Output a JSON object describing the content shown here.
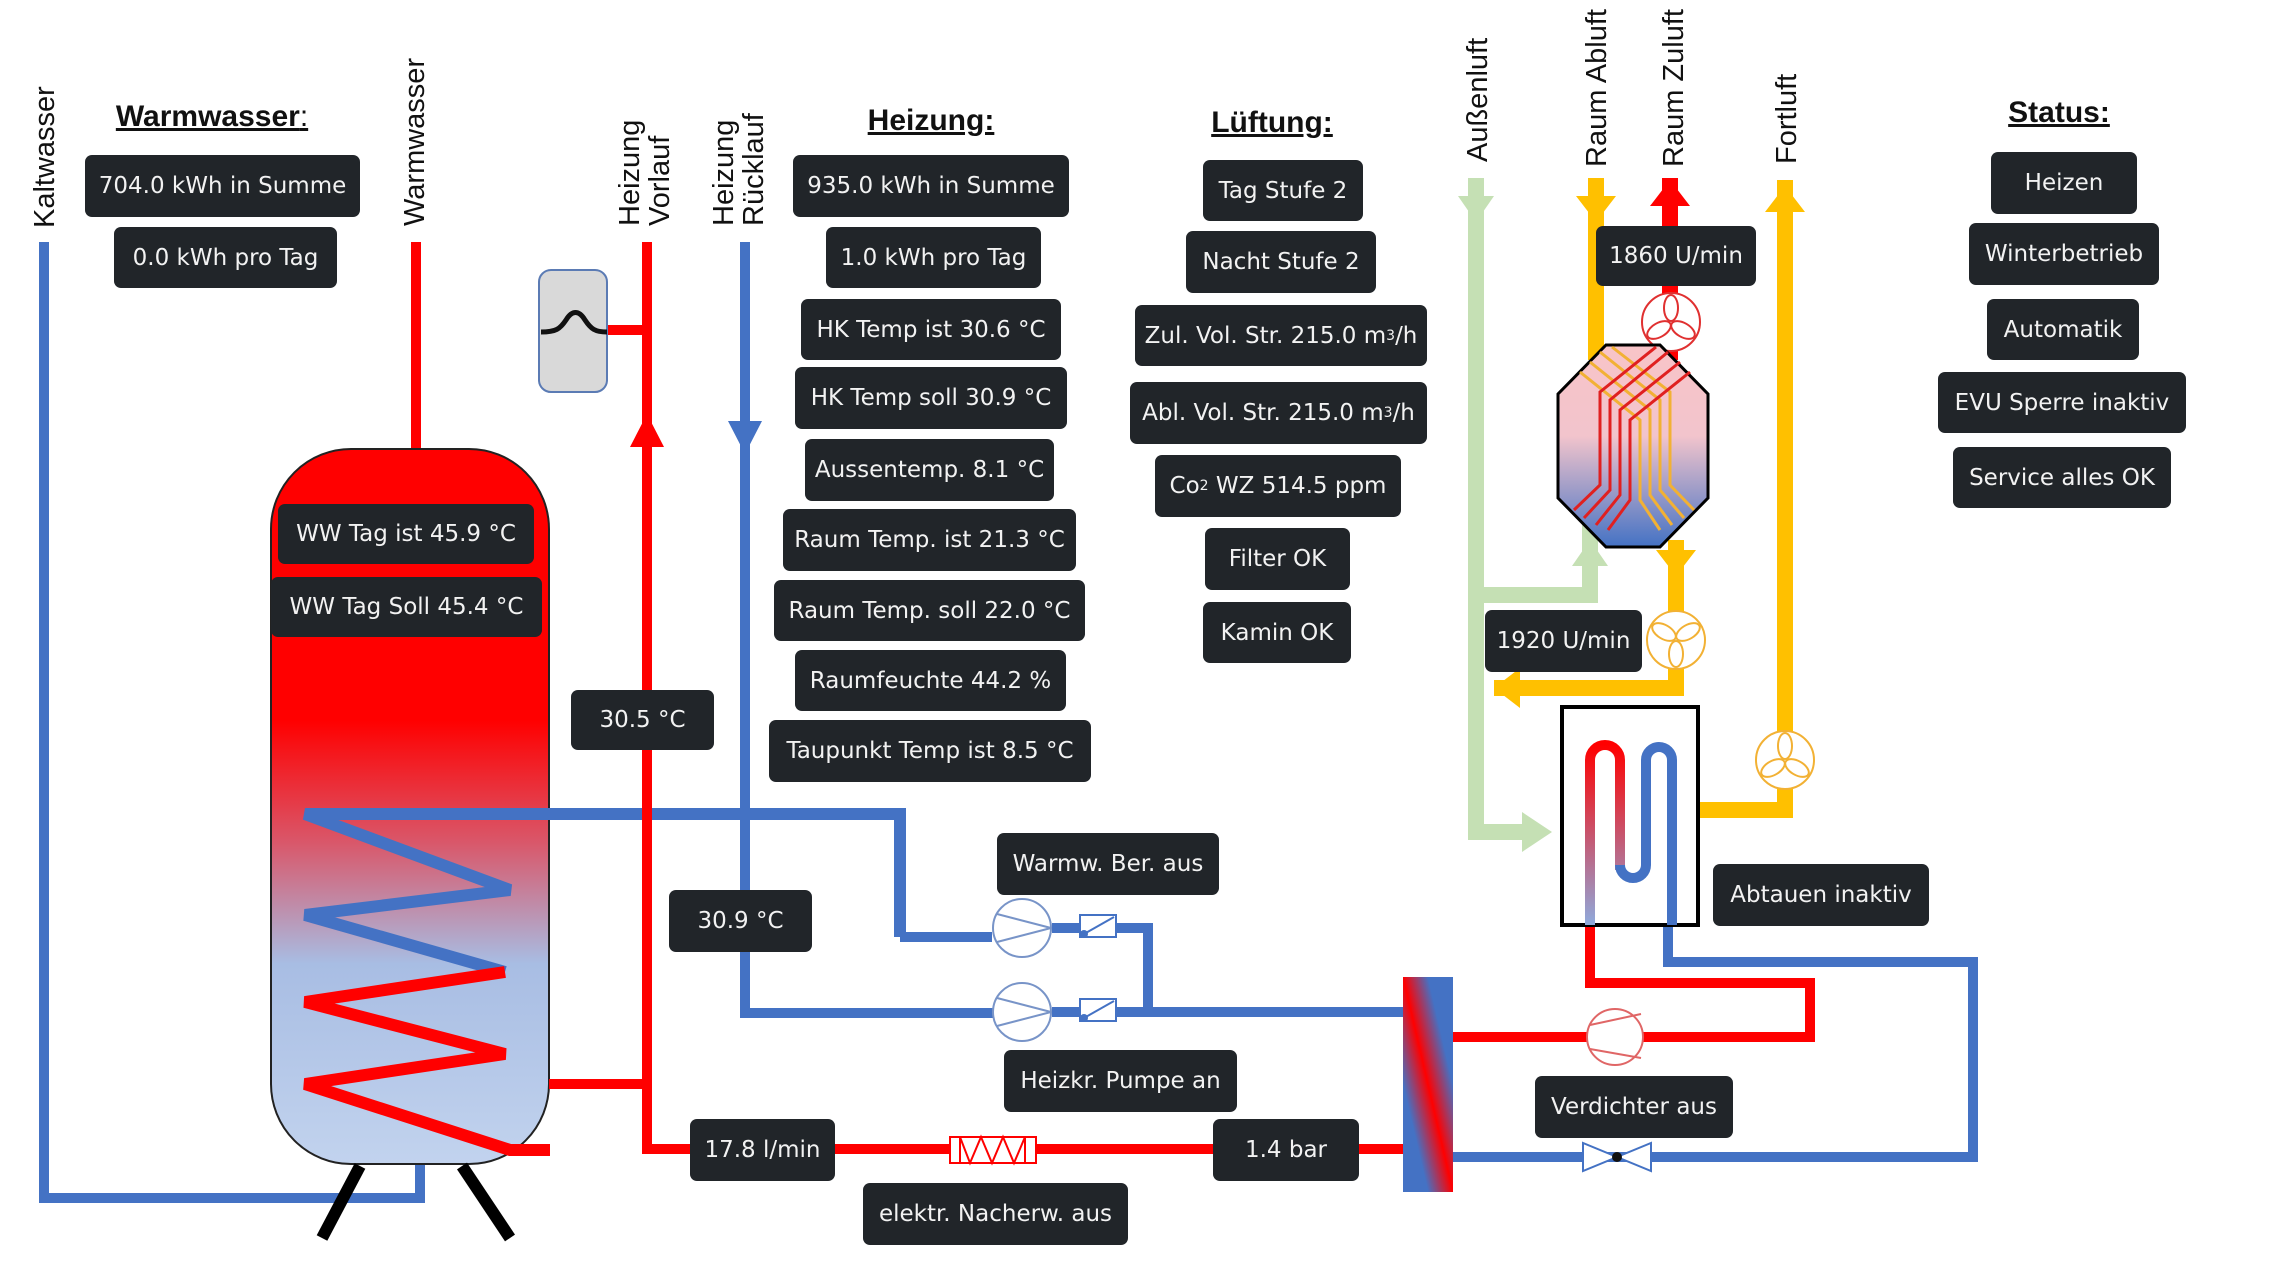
{
  "warmwasser": {
    "title": "Warmwasser",
    "title_suffix": ":",
    "total": "704.0 kWh in Summe",
    "per_day": "0.0 kWh pro Tag",
    "tank_ist": "WW Tag ist 45.9 °C",
    "tank_soll": "WW Tag Soll 45.4 °C"
  },
  "pipe_labels": {
    "kaltwasser": "Kaltwasser",
    "warmwasser": "Warmwasser",
    "vorlauf_line1": "Heizung",
    "vorlauf_line2": "Vorlauf",
    "ruecklauf_line1": "Heizung",
    "ruecklauf_line2": "Rücklauf",
    "aussenluft": "Außenluft",
    "raum_abluft": "Raum Abluft",
    "raum_zuluft": "Raum Zuluft",
    "fortluft": "Fortluft"
  },
  "heizung": {
    "title": "Heizung:",
    "items": [
      "935.0 kWh in Summe",
      "1.0 kWh pro Tag",
      "HK Temp ist 30.6 °C",
      "HK Temp soll 30.9 °C",
      "Aussentemp. 8.1 °C",
      "Raum Temp. ist 21.3 °C",
      "Raum Temp. soll 22.0 °C",
      "Raumfeuchte 44.2 %",
      "Taupunkt Temp ist 8.5 °C"
    ]
  },
  "lueftung": {
    "title": "Lüftung:",
    "tag_stufe": "Tag Stufe 2",
    "nacht_stufe": "Nacht Stufe 2",
    "zul_prefix": "Zul. Vol. Str. 215.0 m",
    "abl_prefix": "Abl. Vol. Str. 215.0 m",
    "cubic_sup": "3",
    "per_hour": "/h",
    "co2_prefix": "Co",
    "co2_sup": "2",
    "co2_rest": " WZ 514.5 ppm",
    "filter": "Filter OK",
    "kamin": "Kamin OK",
    "fan_zuluft": "1860 U/min",
    "fan_abluft": "1920 U/min"
  },
  "status": {
    "title": "Status:",
    "items": [
      "Heizen",
      "Winterbetrieb",
      "Automatik",
      "EVU Sperre inaktiv",
      "Service alles OK"
    ]
  },
  "circuit": {
    "vorlauf_temp": "30.5 °C",
    "ruecklauf_temp": "30.9 °C",
    "warmw_ber": "Warmw. Ber. aus",
    "heizkr_pumpe": "Heizkr. Pumpe an",
    "flow": "17.8 l/min",
    "pressure": "1.4 bar",
    "nacherw": "elektr. Nacherw. aus",
    "verdichter": "Verdichter aus",
    "abtauen": "Abtauen inaktiv"
  },
  "colors": {
    "hot": "#ff0000",
    "cold": "#4472c4",
    "air_fresh": "#c5e0b4",
    "air_exhaust": "#ffc000",
    "box_bg": "#212529",
    "box_text": "#f2f2f2"
  }
}
